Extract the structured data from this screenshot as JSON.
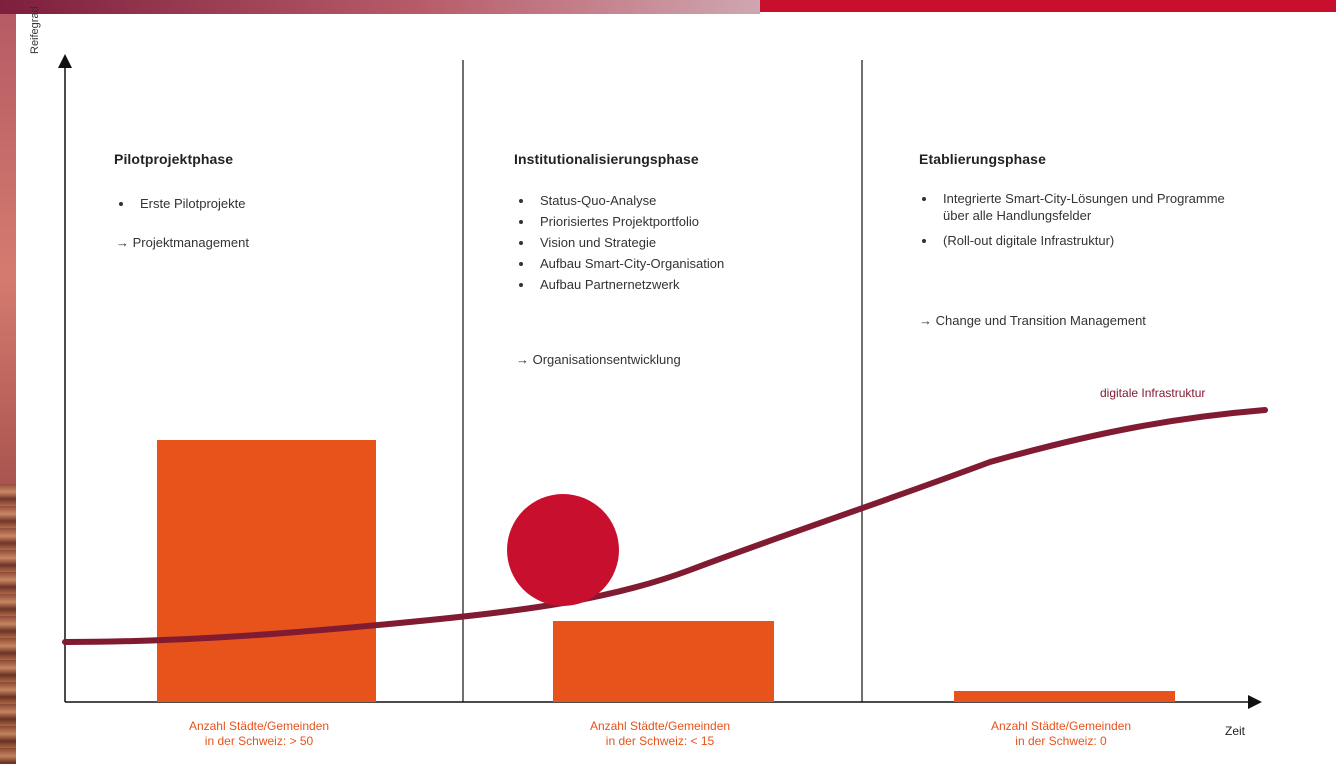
{
  "axes": {
    "y_label": "Reifegrad",
    "x_label": "Zeit"
  },
  "phases": [
    {
      "title": "Pilotprojektphase",
      "bullets": [
        "Erste Pilotprojekte"
      ],
      "arrow_text": "→ Projektmanagement",
      "count_line_1": "Anzahl Städte/Gemeinden",
      "count_line_2": "in der Schweiz: > 50"
    },
    {
      "title": "Institutionalisierungsphase",
      "bullets": [
        "Status-Quo-Analyse",
        "Priorisiertes Projektportfolio",
        "Vision und Strategie",
        "Aufbau Smart-City-Organisation",
        "Aufbau Partnernetzwerk"
      ],
      "arrow_text": "→ Organisationsentwicklung",
      "count_line_1": "Anzahl Städte/Gemeinden",
      "count_line_2": "in der Schweiz: < 15"
    },
    {
      "title": "Etablierungsphase",
      "bullets": [
        "Integrierte Smart-City-Lösungen und Programme über alle Handlungsfelder",
        "(Roll-out digitale Infrastruktur)"
      ],
      "arrow_text": "→ Change und Transition Management",
      "count_line_1": "Anzahl Städte/Gemeinden",
      "count_line_2": "in der Schweiz: 0"
    }
  ],
  "curve": {
    "label": "digitale Infrastruktur"
  },
  "colors": {
    "bar": "#e8521b",
    "curve": "#801b32",
    "marker": "#c8102e",
    "axis": "#111111",
    "top_red": "#c8102e"
  },
  "icons": {
    "marker": "red-circle-icon",
    "arrow": "arrow-right-icon"
  }
}
